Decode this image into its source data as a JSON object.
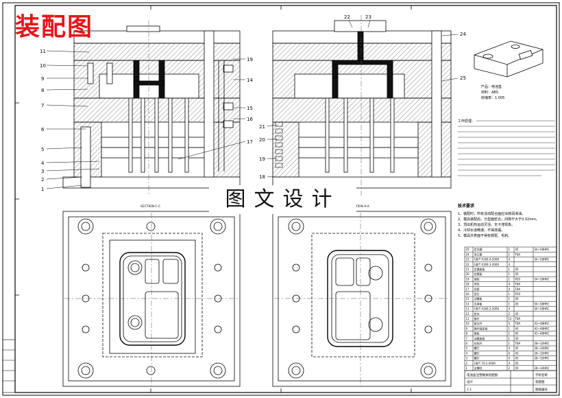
{
  "drawing": {
    "title": "装配图",
    "banner": "图文设计",
    "section_left": "SECTION C-C",
    "section_right": "SECTION A-A",
    "product_label": "产品：电池盒",
    "material_label": "材料：ABS",
    "shrink_label": "收缩率：1.005",
    "working_principle_title": "工作原理：",
    "tech_req_title": "技术要求",
    "tech_req_lines": [
      "1、装配时，所有活动配合面应涂抹润滑油。",
      "2、模具装配后，分型面密合，间隙不大于0.02mm。",
      "3、顶出机构运动灵活，无卡滞现象。",
      "4、冷却水道畅通，不得渗漏。",
      "5、模具外表面不得有锈斑、毛刺。"
    ]
  },
  "callouts_left": [
    "1",
    "2",
    "3",
    "4",
    "5",
    "6",
    "7",
    "8",
    "9",
    "10",
    "11"
  ],
  "callouts_mid": [
    "19",
    "14",
    "15",
    "16",
    "17"
  ],
  "callouts_right": [
    "21",
    "20",
    "19",
    "18"
  ],
  "callouts_top": [
    "22",
    "23",
    "24",
    "25"
  ],
  "bom_rows": [
    {
      "no": "25",
      "name": "定位圈",
      "qty": "1",
      "mat": "45",
      "note": "S4~58HRC"
    },
    {
      "no": "24",
      "name": "浇口套",
      "qty": "1",
      "mat": "T8A",
      "note": ""
    },
    {
      "no": "23",
      "name": "GB/T 4169.4-2006",
      "qty": "4",
      "mat": "",
      "note": "S4~58HRC"
    },
    {
      "no": "22",
      "name": "GB/T 4169.1-2006",
      "qty": "4",
      "mat": "",
      "note": ""
    },
    {
      "no": "21",
      "name": "定模座板",
      "qty": "1",
      "mat": "45",
      "note": ""
    },
    {
      "no": "20",
      "name": "定模板",
      "qty": "1",
      "mat": "45",
      "note": ""
    },
    {
      "no": "19",
      "name": "型腔",
      "qty": "1",
      "mat": "P20",
      "note": "S4~58HRC"
    },
    {
      "no": "18",
      "name": "导柱",
      "qty": "4",
      "mat": "T8A",
      "note": ""
    },
    {
      "no": "17",
      "name": "导套",
      "qty": "4",
      "mat": "T8A",
      "note": ""
    },
    {
      "no": "16",
      "name": "型芯",
      "qty": "1",
      "mat": "P20",
      "note": ""
    },
    {
      "no": "15",
      "name": "动模板",
      "qty": "1",
      "mat": "45",
      "note": ""
    },
    {
      "no": "14",
      "name": "支承板",
      "qty": "1",
      "mat": "45",
      "note": "S4~58HRC"
    },
    {
      "no": "13",
      "name": "GB/T 4169.2-2006",
      "qty": "4",
      "mat": "",
      "note": "S4~58HRC"
    },
    {
      "no": "12",
      "name": "垫块",
      "qty": "2",
      "mat": "45",
      "note": ""
    },
    {
      "no": "11",
      "name": "推杆",
      "qty": "12",
      "mat": "T8A",
      "note": ""
    },
    {
      "no": "10",
      "name": "复位杆",
      "qty": "4",
      "mat": "T8A",
      "note": "43~48HRC"
    },
    {
      "no": "9",
      "name": "推杆固定板",
      "qty": "1",
      "mat": "45",
      "note": "43~48HRC"
    },
    {
      "no": "8",
      "name": "推板",
      "qty": "1",
      "mat": "45",
      "note": "43~48HRC"
    },
    {
      "no": "7",
      "name": "动模座板",
      "qty": "1",
      "mat": "45",
      "note": ""
    },
    {
      "no": "6",
      "name": "拉料杆",
      "qty": "1",
      "mat": "T8A",
      "note": "28~32HRC"
    },
    {
      "no": "5",
      "name": "螺钉",
      "qty": "4",
      "mat": "45",
      "note": "28~32HRC"
    },
    {
      "no": "4",
      "name": "螺钉",
      "qty": "6",
      "mat": "45",
      "note": "28~32HRC"
    },
    {
      "no": "3",
      "name": "螺钉",
      "qty": "4",
      "mat": "45",
      "note": "28~32HRC"
    },
    {
      "no": "2",
      "name": "GB/T 70.1-2000",
      "qty": "4",
      "mat": "45",
      "note": ""
    },
    {
      "no": "1",
      "name": "支撑柱",
      "qty": "2",
      "mat": "45",
      "note": "28~32HRC"
    }
  ],
  "title_block": {
    "name": "电池盒注塑模具装配图",
    "school": "学校名称",
    "drawing_no": "图纸编号",
    "sheet": "装配图",
    "scale": "1:1",
    "designer": "设计"
  }
}
